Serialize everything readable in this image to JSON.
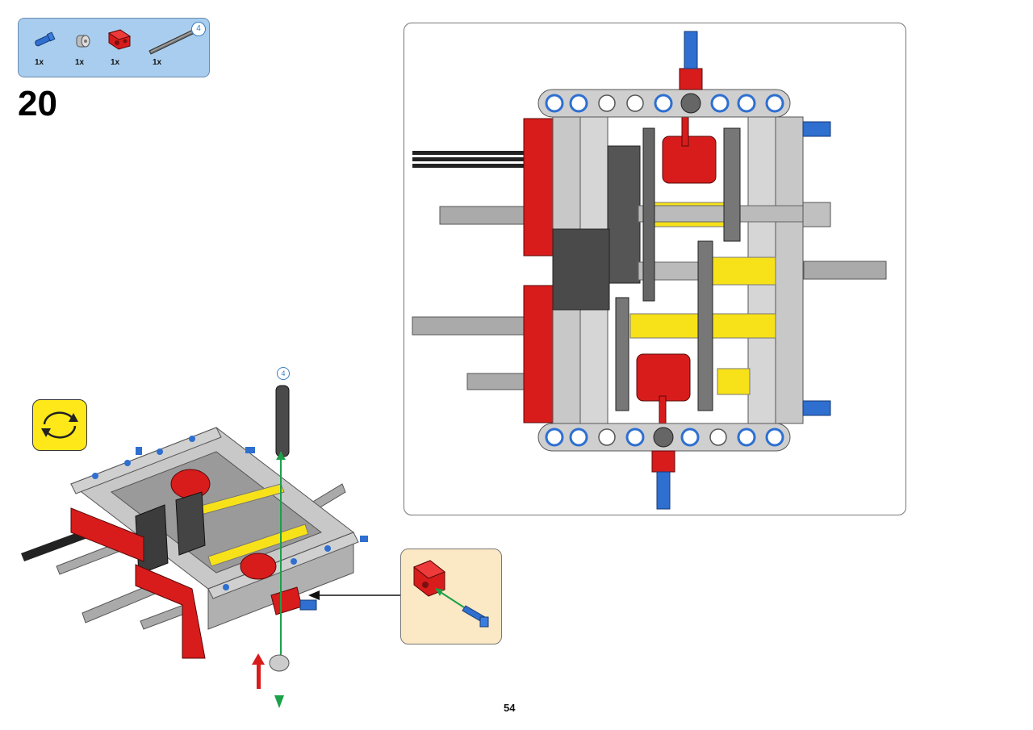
{
  "step": {
    "number": "20",
    "page": "54"
  },
  "parts_list": {
    "badge": "4",
    "items": [
      {
        "name": "blue-axle-pin",
        "qty": "1x",
        "color": "#2e6fd0"
      },
      {
        "name": "grey-bush",
        "qty": "1x",
        "color": "#b9b9b9"
      },
      {
        "name": "red-connector",
        "qty": "1x",
        "color": "#d81c1c"
      },
      {
        "name": "dark-grey-axle-4",
        "qty": "1x",
        "color": "#6d6d6d"
      }
    ]
  },
  "assembly_badge": "4",
  "colors": {
    "red": "#d81c1c",
    "yellow": "#f7e21a",
    "blue": "#2e6fd0",
    "light_grey": "#c8c8c8",
    "dark_grey": "#555555",
    "callout_bg": "#fbe8c5",
    "parts_bg": "#a9cdee"
  }
}
